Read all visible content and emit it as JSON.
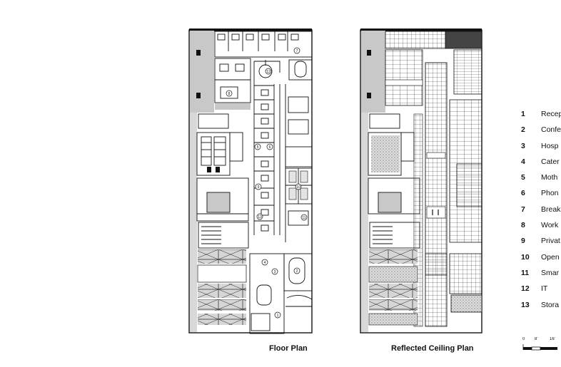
{
  "captions": {
    "floor_plan": "Floor Plan",
    "ceiling_plan": "Reflected Ceiling Plan"
  },
  "room_markers": [
    "1",
    "2",
    "3",
    "4",
    "5",
    "6",
    "7",
    "8",
    "9",
    "10",
    "11",
    "12",
    "13"
  ],
  "legend": [
    {
      "num": "1",
      "label": "Recep"
    },
    {
      "num": "2",
      "label": "Confe"
    },
    {
      "num": "3",
      "label": "Hosp"
    },
    {
      "num": "4",
      "label": "Cater"
    },
    {
      "num": "5",
      "label": "Moth"
    },
    {
      "num": "6",
      "label": "Phon"
    },
    {
      "num": "7",
      "label": "Break"
    },
    {
      "num": "8",
      "label": "Work"
    },
    {
      "num": "9",
      "label": "Privat"
    },
    {
      "num": "10",
      "label": "Open"
    },
    {
      "num": "11",
      "label": "Smar"
    },
    {
      "num": "12",
      "label": "IT"
    },
    {
      "num": "13",
      "label": "Stora"
    }
  ],
  "scale": {
    "labels": [
      "0",
      "8'",
      "16'"
    ]
  },
  "colors": {
    "ink": "#111111",
    "core_gray": "#c8c8c8",
    "light_gray": "#e4e4e4",
    "paper": "#ffffff"
  }
}
